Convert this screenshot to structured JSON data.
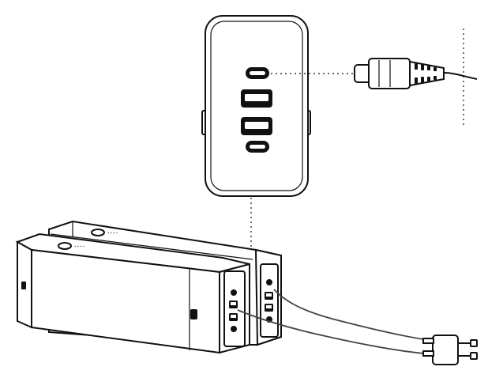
{
  "figure": {
    "colors": {
      "outline": "#111111",
      "fill": "#ffffff",
      "cable": "#555555"
    },
    "charger": {
      "ports_from_top": [
        "usb-c",
        "usb-a",
        "usb-a",
        "usb-c"
      ]
    },
    "power_banks": {
      "count": 2
    },
    "cable": {
      "type": "usb-c"
    },
    "plug": {
      "type": "ac-two-prong"
    }
  }
}
